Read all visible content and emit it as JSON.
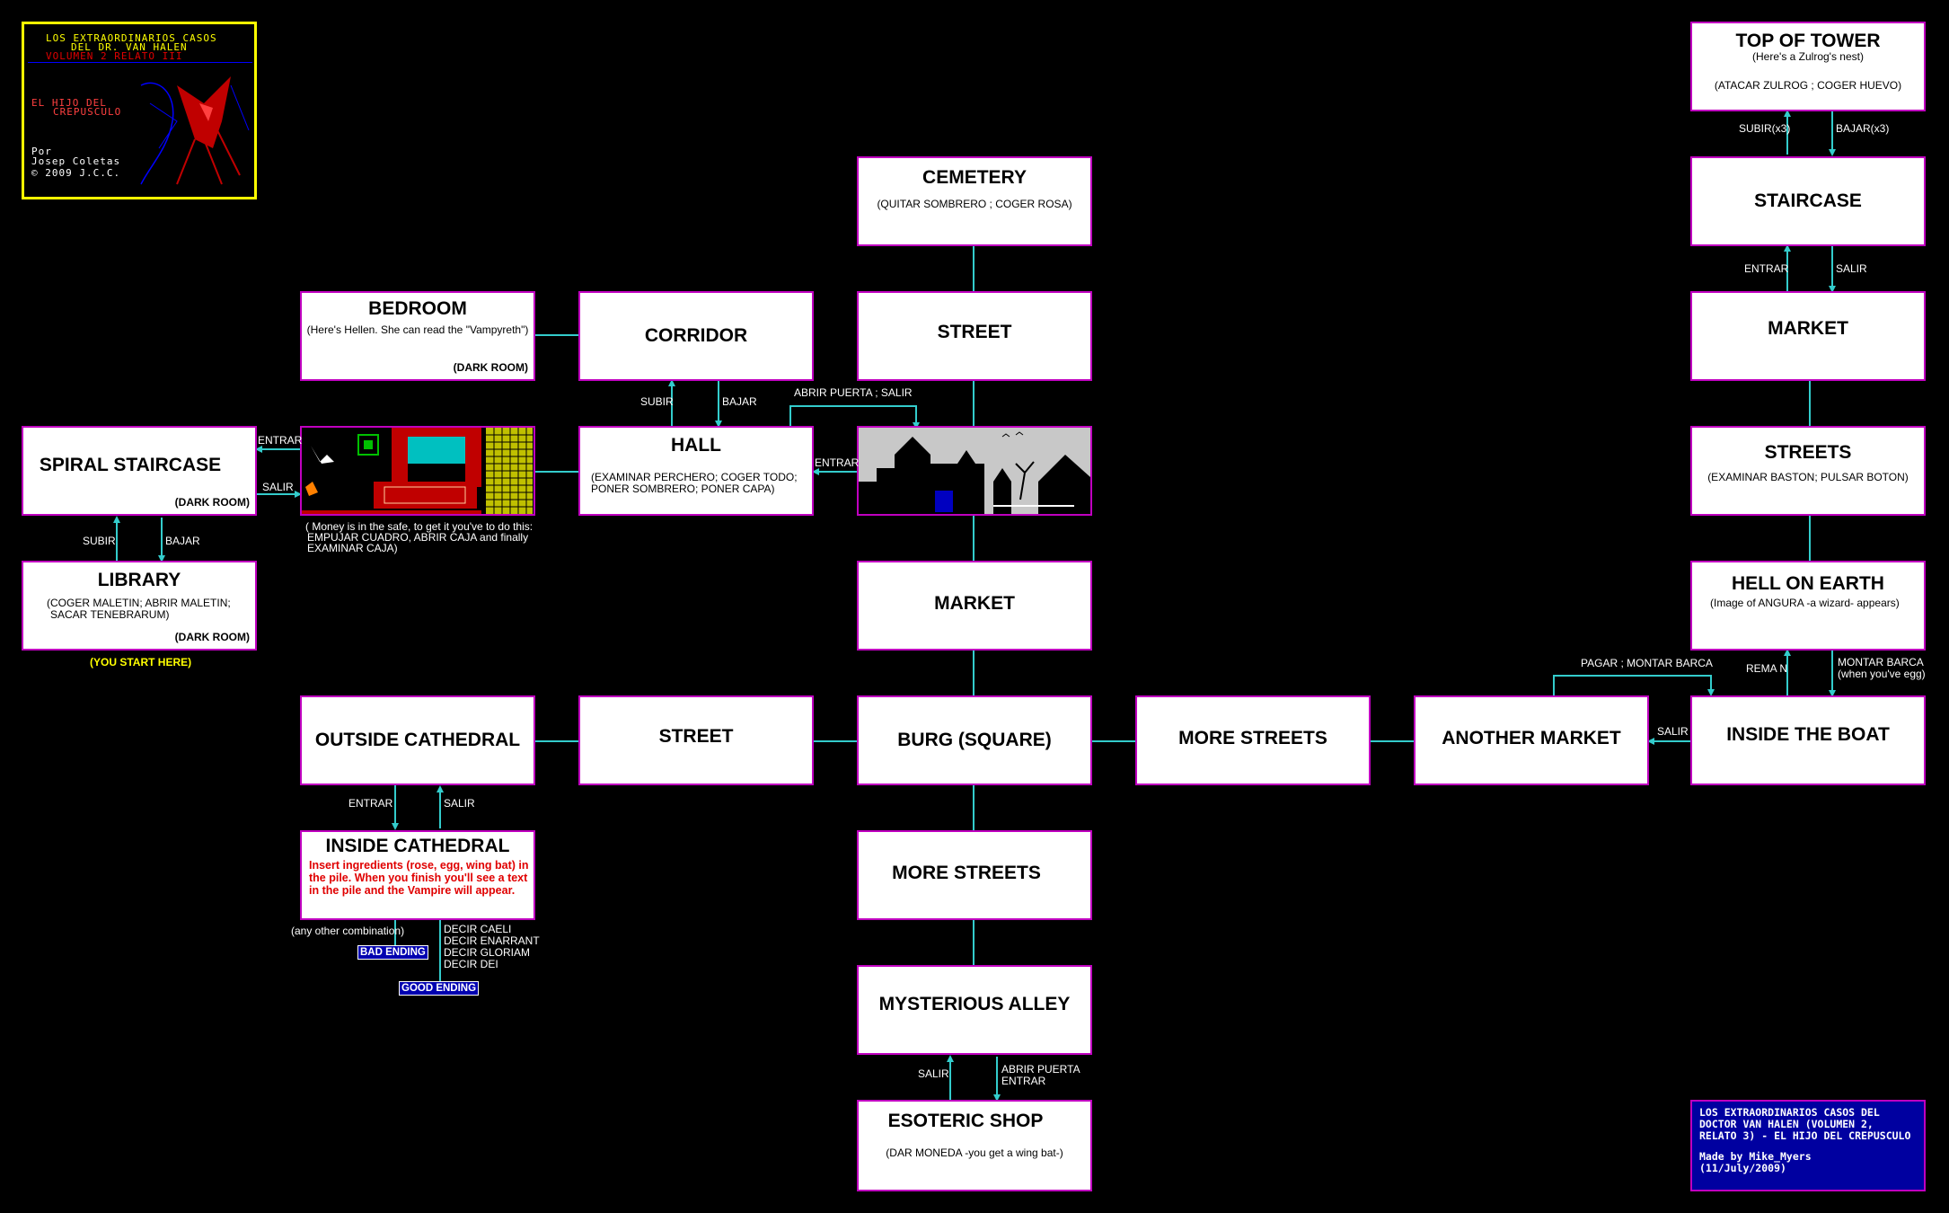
{
  "cover": {
    "line1": "LOS EXTRAORDINARIOS CASOS",
    "line2": "DEL DR. VAN HALEN",
    "line3": "VOLUMEN 2    RELATO III",
    "title1": "EL HIJO DEL",
    "title2": "CREPUSCULO",
    "by": "Por",
    "author": "Josep Coletas",
    "copyright": "© 2009 J.C.C."
  },
  "rooms": {
    "top_of_tower": {
      "title": "TOP OF TOWER",
      "note": "(Here's a Zulrog's nest)",
      "actions": "(ATACAR ZULROG ; COGER HUEVO)"
    },
    "staircase": {
      "title": "STAIRCASE"
    },
    "market_right": {
      "title": "MARKET"
    },
    "streets_right": {
      "title": "STREETS",
      "actions": "(EXAMINAR BASTON; PULSAR BOTON)"
    },
    "hell_on_earth": {
      "title": "HELL ON EARTH",
      "note": "(Image of ANGURA -a wizard- appears)"
    },
    "inside_the_boat": {
      "title": "INSIDE THE BOAT"
    },
    "another_market": {
      "title": "ANOTHER MARKET"
    },
    "more_streets_right": {
      "title": "MORE STREETS"
    },
    "cemetery": {
      "title": "CEMETERY",
      "actions": "(QUITAR SOMBRERO ; COGER ROSA)"
    },
    "street_top": {
      "title": "STREET"
    },
    "market_center": {
      "title": "MARKET"
    },
    "burg": {
      "title": "BURG (SQUARE)"
    },
    "more_streets_center": {
      "title": "MORE STREETS"
    },
    "mysterious_alley": {
      "title": "MYSTERIOUS ALLEY"
    },
    "esoteric_shop": {
      "title": "ESOTERIC SHOP",
      "actions": "(DAR MONEDA -you get a wing bat-)"
    },
    "bedroom": {
      "title": "BEDROOM",
      "note": "(Here's Hellen. She can read the \"Vampyreth\")",
      "dark": "(DARK ROOM)"
    },
    "corridor": {
      "title": "CORRIDOR"
    },
    "hall": {
      "title": "HALL",
      "actions1": "(EXAMINAR PERCHERO; COGER TODO;",
      "actions2": "PONER SOMBRERO; PONER CAPA)"
    },
    "spiral_staircase": {
      "title": "SPIRAL STAIRCASE",
      "dark": "(DARK ROOM)"
    },
    "library": {
      "title": "LIBRARY",
      "actions1": "(COGER MALETIN; ABRIR MALETIN;",
      "actions2": "SACAR TENEBRARUM)",
      "dark": "(DARK ROOM)"
    },
    "street_left": {
      "title": "STREET"
    },
    "outside_cathedral": {
      "title": "OUTSIDE CATHEDRAL"
    },
    "inside_cathedral": {
      "title": "INSIDE CATHEDRAL",
      "text1": "Insert ingredients (rose, egg, wing bat) in",
      "text2": "the pile. When you finish you'll see a text",
      "text3": "in the pile and the Vampire will appear."
    }
  },
  "safe_note": {
    "line1": "( Money is in the safe, to get it you've to do this:",
    "line2": "EMPUJAR CUADRO, ABRIR CAJA and finally",
    "line3": "EXAMINAR  CAJA)"
  },
  "start_here": "(YOU START HERE)",
  "labels": {
    "subir_x3": "SUBIR(x3)",
    "bajar_x3": "BAJAR(x3)",
    "entrar_stair": "ENTRAR",
    "salir_stair": "SALIR",
    "pagar": "PAGAR ; MONTAR BARCA",
    "rema_n": "REMA N",
    "montar_barca1": "MONTAR BARCA",
    "montar_barca2": "(when you've egg)",
    "salir_boat": "SALIR",
    "subir_hall": "SUBIR",
    "bajar_hall": "BAJAR",
    "abrir_puerta_salir": "ABRIR PUERTA ; SALIR",
    "entrar_hall": "ENTRAR",
    "entrar_spiral": "ENTRAR",
    "salir_spiral": "SALIR",
    "subir_lib": "SUBIR",
    "bajar_lib": "BAJAR",
    "entrar_cath": "ENTRAR",
    "salir_cath": "SALIR",
    "any_other": "(any other combination)",
    "decir1": "DECIR CAELI",
    "decir2": "DECIR ENARRANT",
    "decir3": "DECIR GLORIAM",
    "decir4": "DECIR DEI",
    "salir_shop": "SALIR",
    "abrir_puerta_shop1": "ABRIR PUERTA",
    "abrir_puerta_shop2": "ENTRAR"
  },
  "bad_ending": "BAD ENDING",
  "good_ending": "GOOD ENDING",
  "credits": {
    "line1": "LOS EXTRAORDINARIOS CASOS DEL",
    "line2": "DOCTOR VAN HALEN (VOLUMEN 2,",
    "line3": "RELATO 3) - EL HIJO DEL CREPUSCULO",
    "line4": "Made by Mike_Myers",
    "line5": "(11/July/2009)"
  },
  "colors": {
    "background": "#000000",
    "room_border": "#c000c0",
    "connector": "#33cccc",
    "highlight": "#ffff00",
    "ending_button": "#0000b0"
  }
}
